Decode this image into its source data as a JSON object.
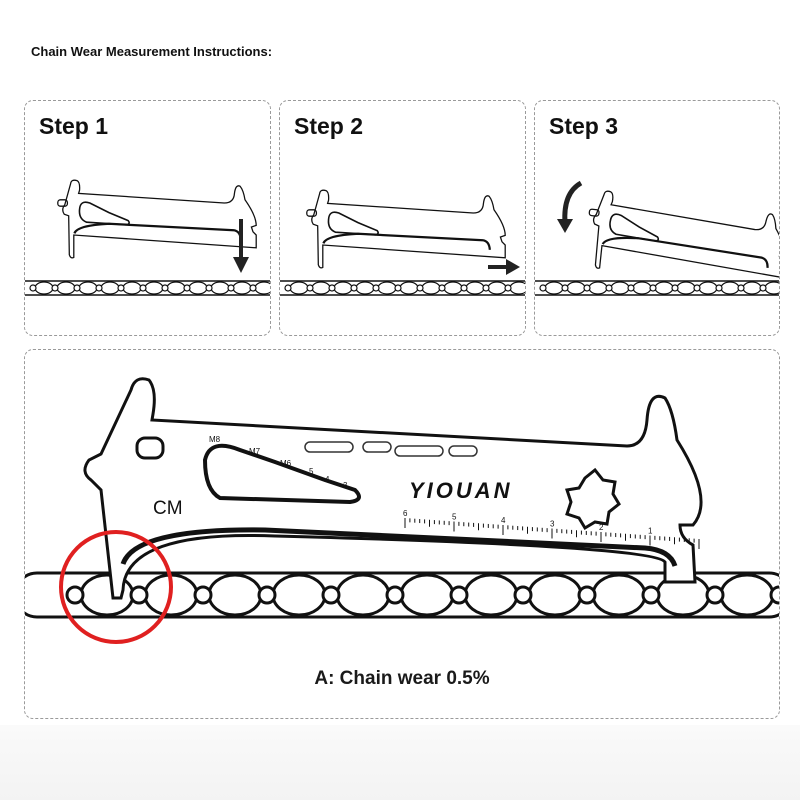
{
  "title": "Chain Wear Measurement Instructions:",
  "steps": [
    {
      "label": "Step 1",
      "arrow": "arrow-down"
    },
    {
      "label": "Step 2",
      "arrow": "arrow-right"
    },
    {
      "label": "Step 3",
      "arrow": "arrow-rotate"
    }
  ],
  "tool": {
    "brand": "YIOUAN",
    "unit": "CM",
    "hex_sizes": [
      "M8",
      "M7",
      "M6",
      "5",
      "4",
      "3"
    ],
    "ruler_ticks": [
      "6",
      "5",
      "4",
      "3",
      "2",
      "1"
    ]
  },
  "detail": {
    "caption": "A: Chain wear 0.5%",
    "highlight_color": "#e02020"
  }
}
